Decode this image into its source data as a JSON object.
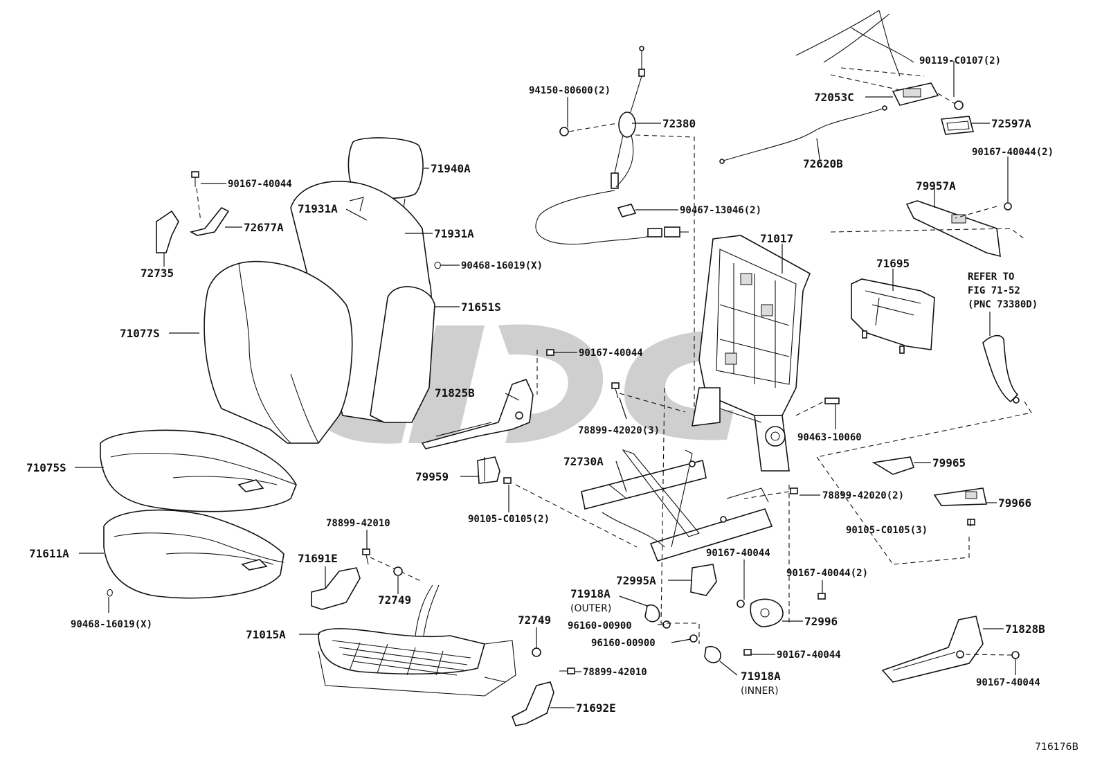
{
  "figure_code": "716176B",
  "colors": {
    "line": "#111111",
    "watermark": "#bdbdbd",
    "background": "#ffffff"
  },
  "labels": {
    "p90119_c0107": "90119-C0107(2)",
    "p72053c": "72053C",
    "p94150_80600": "94150-80600(2)",
    "p72380": "72380",
    "p72597a": "72597A",
    "p72620b": "72620B",
    "p90167_40044_tr": "90167-40044(2)",
    "p79957a": "79957A",
    "p90467_13046": "90467-13046(2)",
    "p71940a": "71940A",
    "p90167_40044_hl": "90167-40044",
    "p71931a_1": "71931A",
    "p72677a": "72677A",
    "p71931a_2": "71931A",
    "p71017": "71017",
    "p71695": "71695",
    "p72735": "72735",
    "p90468_16019_top": "90468-16019(X)",
    "p71651s": "71651S",
    "p71077s": "71077S",
    "p90167_40044_mid": "90167-40044",
    "p71825b": "71825B",
    "p78899_42020_3": "78899-42020(3)",
    "p90463_10060": "90463-10060",
    "p72730a": "72730A",
    "p79965": "79965",
    "p71075s": "71075S",
    "p79959": "79959",
    "p78899_42020_2": "78899-42020(2)",
    "p79966": "79966",
    "p90105_c0105_2": "90105-C0105(2)",
    "p78899_42010_top": "78899-42010",
    "p90105_c0105_3": "90105-C0105(3)",
    "p71611a": "71611A",
    "p90167_40044_c": "90167-40044",
    "p90167_40044_r2": "90167-40044(2)",
    "p71691e": "71691E",
    "p72995a": "72995A",
    "p72749_1": "72749",
    "p71918a_outer": "71918A",
    "outer_note": "(OUTER)",
    "p72996": "72996",
    "p96160_00900_1": "96160-00900",
    "p90468_16019_bot": "90468-16019(X)",
    "p71828b": "71828B",
    "p72749_2": "72749",
    "p71015a": "71015A",
    "p96160_00900_2": "96160-00900",
    "p90167_40044_b": "90167-40044",
    "p78899_42010_bot": "78899-42010",
    "p71918a_inner": "71918A",
    "inner_note": "(INNER)",
    "p90167_40044_br": "90167-40044",
    "p71692e": "71692E"
  },
  "refer": {
    "line1": "REFER TO",
    "line2": "FIG 71-52",
    "line3": "(PNC 73380D)"
  }
}
